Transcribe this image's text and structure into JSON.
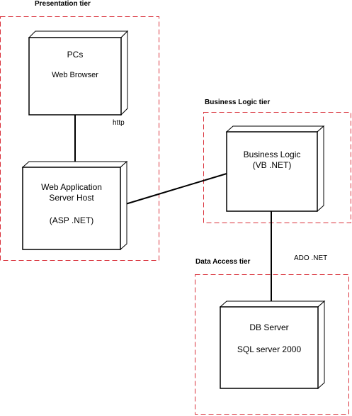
{
  "tiers": {
    "presentation": "Presentation tier",
    "business": "Business Logic tier",
    "data": "Data Access tier"
  },
  "nodes": {
    "pcs": {
      "title": "PCs",
      "subtitle": "Web Browser"
    },
    "web_app": {
      "line1": "Web Application",
      "line2": "Server Host",
      "line3": "(ASP .NET)"
    },
    "business": {
      "line1": "Business Logic",
      "line2": "(VB .NET)"
    },
    "db": {
      "line1": "DB Server",
      "line2": "SQL server 2000"
    }
  },
  "connections": {
    "http": "http",
    "ado": "ADO .NET"
  },
  "colors": {
    "tier_border": "#d9303a",
    "node_border": "#000000",
    "node_fill": "#ffffff"
  }
}
